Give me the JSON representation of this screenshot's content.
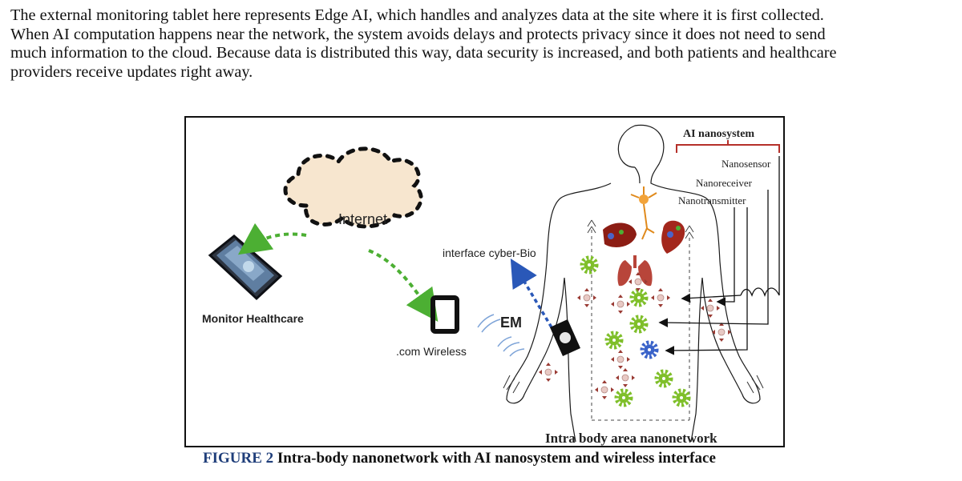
{
  "paragraph": {
    "lines": [
      "The external monitoring tablet here represents Edge AI, which handles and analyzes data at the site where it is first collected.",
      "When AI computation happens near the network, the system avoids delays and protects privacy since it does not need to send",
      "much information to the cloud. Because data is distributed this way, data security is increased, and both patients and healthcare",
      "providers receive updates right away."
    ]
  },
  "figure": {
    "labels": {
      "internet": "Internet",
      "monitor": "Monitor Healthcare",
      "interface": "interface cyber-Bio",
      "em": "EM",
      "wireless": ".com Wireless",
      "ai_nanosystem": "AI nanosystem",
      "nanosensor": "Nanosensor",
      "nanoreceiver": "Nanoreceiver",
      "nanotransmitter": "Nanotransmitter",
      "intra_body": "Intra body area nanonetwork"
    },
    "colors": {
      "dashed_link_green": "#4caf33",
      "dashed_link_blue": "#2a58b8",
      "cloud_fill": "#f7e6cf",
      "bracket_red": "#b5302a",
      "gear_green": "#7fbf2a",
      "gear_blue": "#3a63c9",
      "node_pink": "#e8c9c4"
    }
  },
  "caption": {
    "label": "FIGURE 2",
    "text": "Intra-body nanonetwork with AI nanosystem and wireless interface"
  }
}
